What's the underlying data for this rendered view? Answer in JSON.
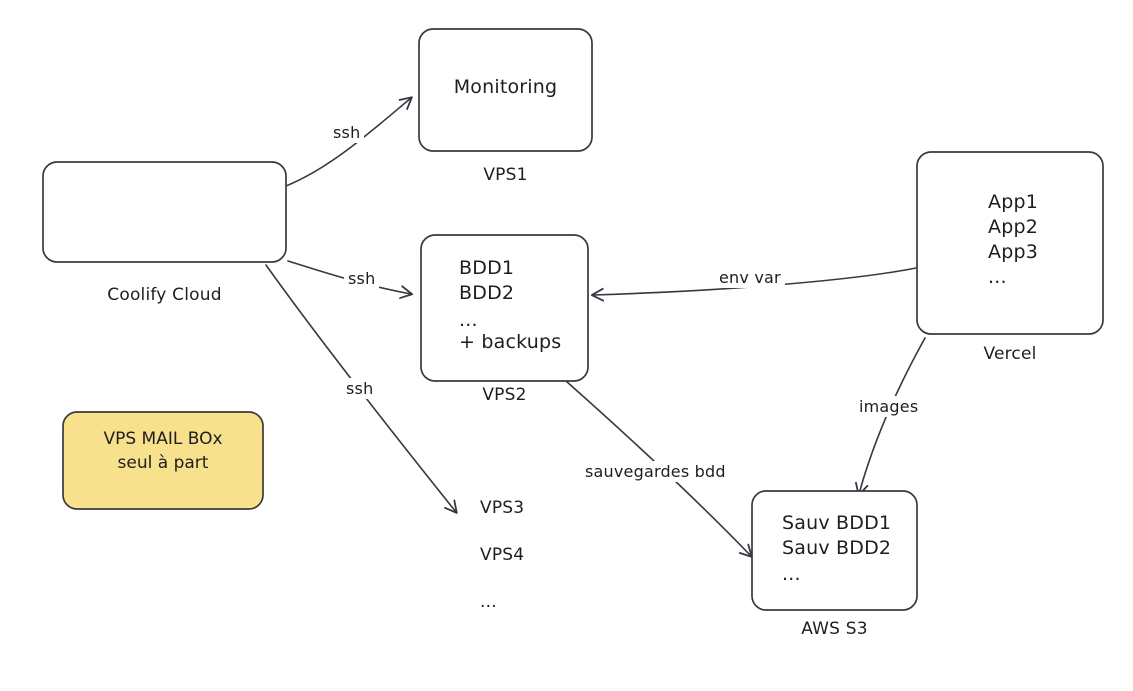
{
  "diagram": {
    "title": "Infrastructure hand-drawn diagram",
    "background": "#ffffff",
    "stroke_color": "#343a40",
    "text_color": "#1e1e1e",
    "sticky_fill": "#f7e18c",
    "sticky_stroke": "#3a3a3a"
  },
  "nodes": {
    "coolify": {
      "caption": "Coolify Cloud",
      "body": ""
    },
    "vps1": {
      "caption": "VPS1",
      "body": "Monitoring"
    },
    "vps2": {
      "caption": "VPS2",
      "lines": [
        "BDD1",
        "BDD2",
        "...",
        "+ backups"
      ]
    },
    "vercel": {
      "caption": "Vercel",
      "lines": [
        "App1",
        "App2",
        "App3",
        "..."
      ]
    },
    "aws": {
      "caption": "AWS S3",
      "lines": [
        "Sauv BDD1",
        "Sauv BDD2",
        "..."
      ]
    },
    "sticky": {
      "line1": "VPS MAIL BOx",
      "line2": "seul à part"
    }
  },
  "free_labels": {
    "vps3": "VPS3",
    "vps4": "VPS4",
    "ellipsis": "..."
  },
  "edges": {
    "coolify_to_vps1": "ssh",
    "coolify_to_vps2": "ssh",
    "coolify_to_vps3": "ssh",
    "vercel_to_vps2": "env var",
    "vercel_to_aws": "images",
    "vps2_to_aws": "sauvegardes bdd"
  }
}
